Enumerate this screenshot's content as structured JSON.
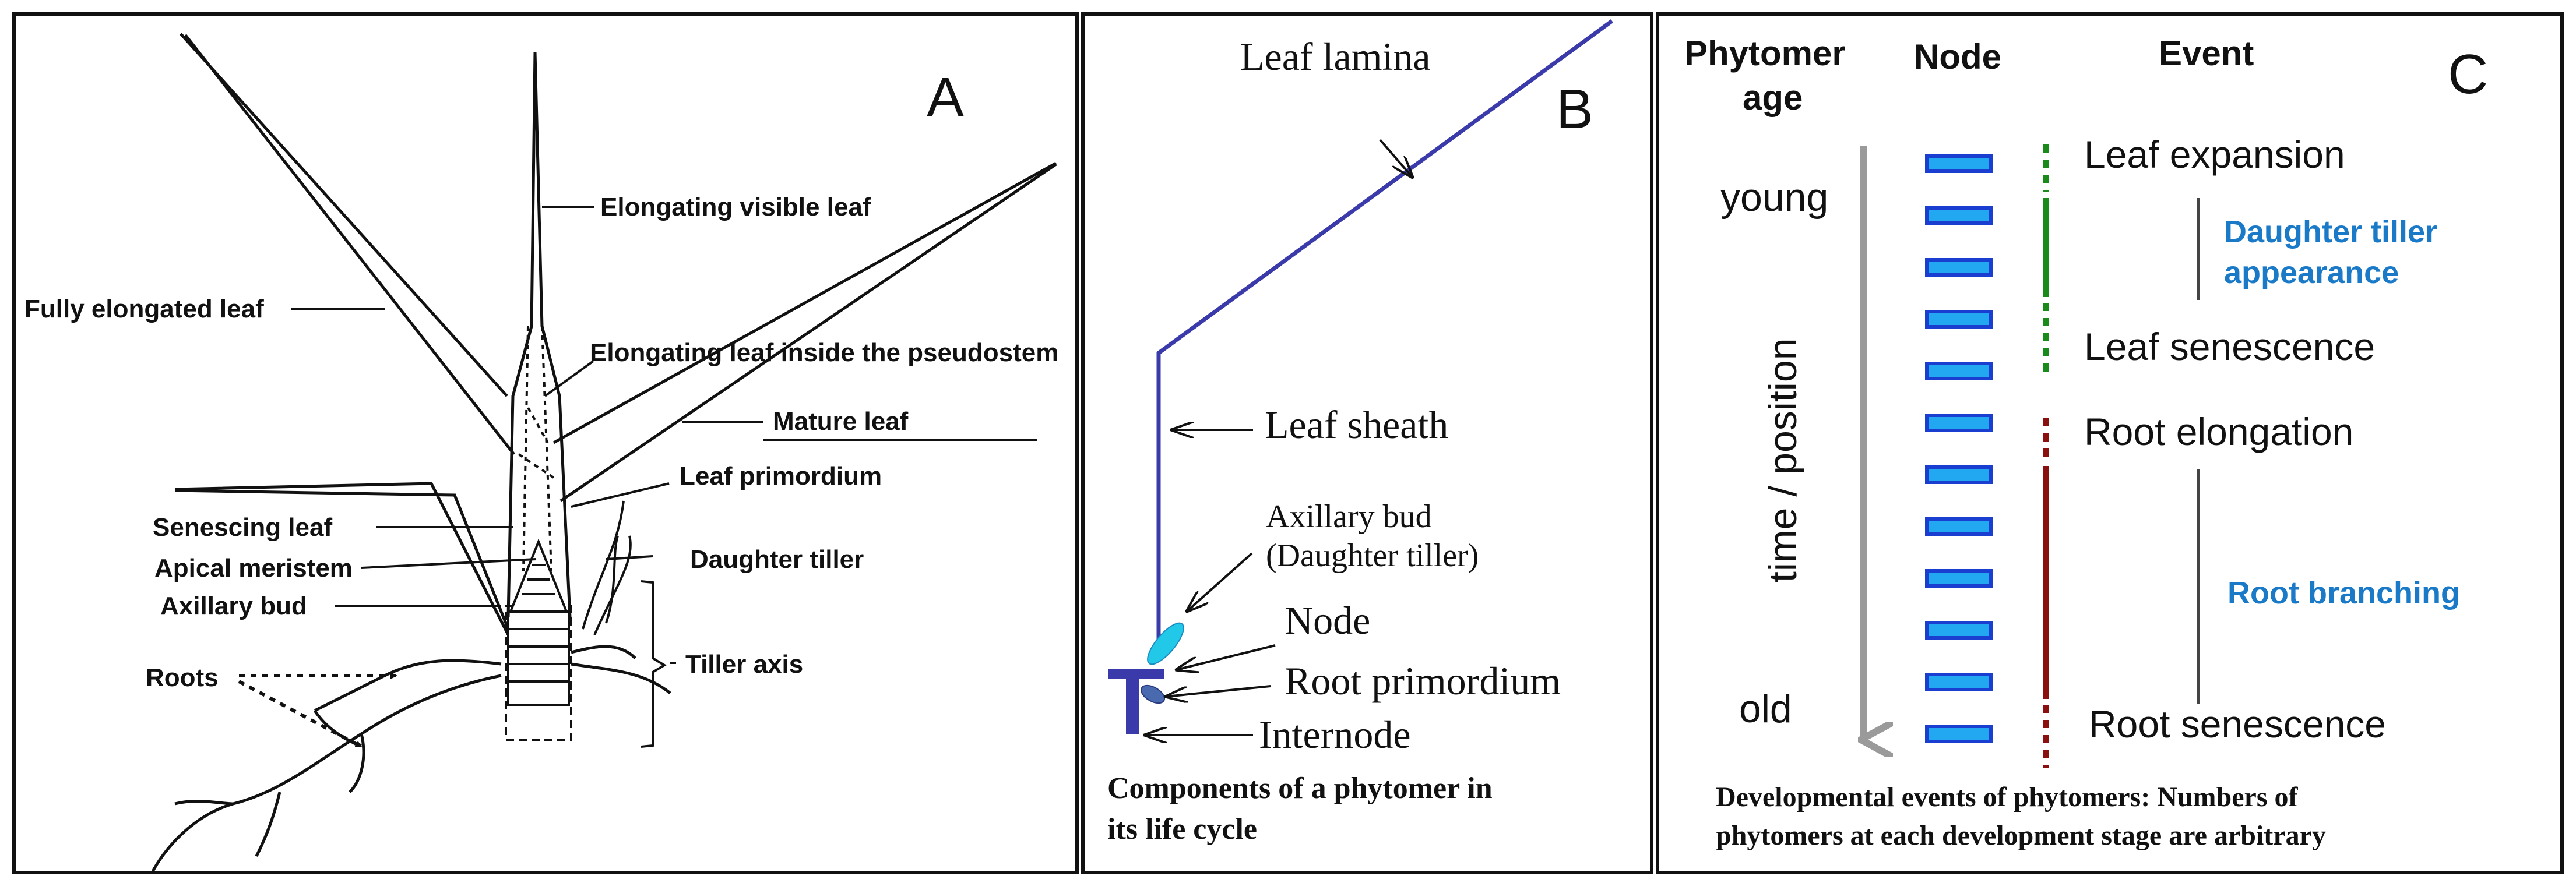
{
  "panel_a": {
    "letter": "A",
    "labels": {
      "elongating_visible": "Elongating visible leaf",
      "fully_elongated": "Fully elongated leaf",
      "elongating_inside": "Elongating leaf inside the pseudostem",
      "mature": "Mature leaf",
      "primordium": "Leaf primordium",
      "senescing": "Senescing leaf",
      "apical": "Apical meristem",
      "daughter": "Daughter tiller",
      "axillary": "Axillary bud",
      "tiller_axis": "Tiller axis",
      "roots": "Roots"
    }
  },
  "panel_b": {
    "letter": "B",
    "labels": {
      "lamina": "Leaf lamina",
      "sheath": "Leaf sheath",
      "axillary_1": "Axillary bud",
      "axillary_2": "(Daughter tiller)",
      "node": "Node",
      "root_primordium": "Root primordium",
      "internode": "Internode"
    },
    "caption_1": "Components of a phytomer in",
    "caption_2": "its life cycle"
  },
  "panel_c": {
    "letter": "C",
    "header_age_1": "Phytomer",
    "header_age_2": "age",
    "header_node": "Node",
    "header_event": "Event",
    "young": "young",
    "old": "old",
    "axis": "time / position",
    "events": {
      "leaf_expansion": "Leaf expansion",
      "leaf_senescence": "Leaf senescence",
      "root_elongation": "Root elongation",
      "root_senescence": "Root senescence"
    },
    "daughter_1": "Daughter tiller",
    "daughter_2": "appearance",
    "root_branching": "Root branching",
    "caption_1": "Developmental events of phytomers: Numbers of",
    "caption_2": "phytomers at each development stage are arbitrary"
  },
  "colors": {
    "node_fill": "#22a8f0",
    "node_stroke": "#1a3fd0",
    "phytomer_line": "#3a3aaa",
    "green": "#1a8a1a",
    "dark_red": "#8a1010",
    "label_blue": "#1a7ac8",
    "arrow_grey": "#9a9a9a"
  }
}
